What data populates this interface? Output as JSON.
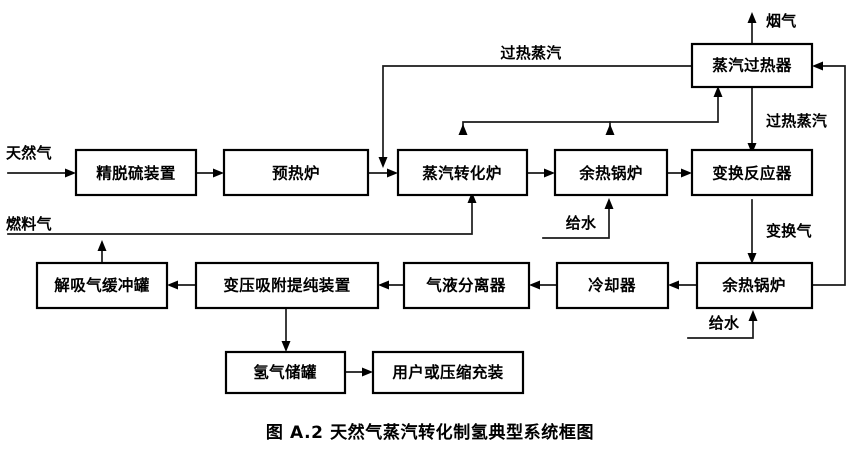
{
  "figure": {
    "caption": "图 A.2   天然气蒸汽转化制氢典型系统框图",
    "caption_number": "图 A.2",
    "caption_title": "天然气蒸汽转化制氢典型系统框图",
    "background_color": "#ffffff",
    "line_color": "#000000"
  },
  "blocks": {
    "desulfurizer": {
      "label": "精脱硫装置"
    },
    "preheater": {
      "label": "预热炉"
    },
    "steam_reformer": {
      "label": "蒸汽转化炉"
    },
    "waste_heat_boiler_top": {
      "label": "余热锅炉"
    },
    "shift_reactor": {
      "label": "变换反应器"
    },
    "steam_superheater": {
      "label": "蒸汽过热器"
    },
    "waste_heat_boiler_bottom": {
      "label": "余热锅炉"
    },
    "cooler": {
      "label": "冷却器"
    },
    "gas_liquid_separator": {
      "label": "气液分离器"
    },
    "psa_purification": {
      "label": "变压吸附提纯装置"
    },
    "desorption_gas_buffer_tank": {
      "label": "解吸气缓冲罐"
    },
    "hydrogen_storage_tank": {
      "label": "氢气储罐"
    },
    "user_or_compression_filling": {
      "label": "用户或压缩充装"
    }
  },
  "streams": {
    "natural_gas": {
      "label": "天然气"
    },
    "fuel_gas": {
      "label": "燃料气"
    },
    "flue_gas": {
      "label": "烟气"
    },
    "superheated_steam_top": {
      "label": "过热蒸汽"
    },
    "superheated_steam_right": {
      "label": "过热蒸汽"
    },
    "shift_gas": {
      "label": "变换气"
    },
    "feed_water_mid": {
      "label": "给水"
    },
    "feed_water_bottom": {
      "label": "给水"
    }
  }
}
